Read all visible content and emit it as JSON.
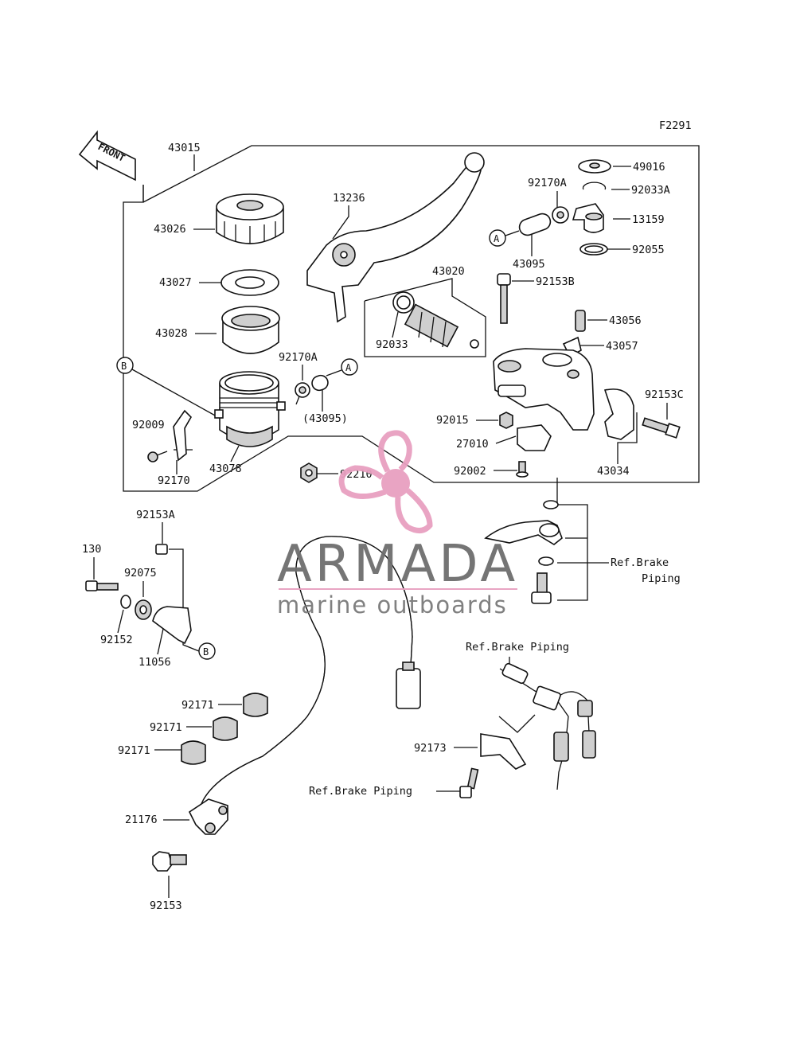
{
  "figure_code": "F2291",
  "front_label": "FRONT",
  "ref_letters": {
    "a": "A",
    "b": "B"
  },
  "parts": {
    "p43015": "43015",
    "p43026": "43026",
    "p43027": "43027",
    "p43028": "43028",
    "p13236": "13236",
    "p43020": "43020",
    "p92033": "92033",
    "p92170A_1": "92170A",
    "p43095_paren": "(43095)",
    "p92009": "92009",
    "p92170": "92170",
    "p43078": "43078",
    "p92210": "92210",
    "p92170A_2": "92170A",
    "p43095": "43095",
    "p49016": "49016",
    "p92033A": "92033A",
    "p13159": "13159",
    "p92055": "92055",
    "p92153B": "92153B",
    "p43056": "43056",
    "p43057": "43057",
    "p92153C": "92153C",
    "p92015": "92015",
    "p27010": "27010",
    "p92002": "92002",
    "p43034": "43034",
    "p92153A": "92153A",
    "p130": "130",
    "p92075": "92075",
    "p92152": "92152",
    "p11056": "11056",
    "p92171_1": "92171",
    "p92171_2": "92171",
    "p92171_3": "92171",
    "p21176": "21176",
    "p92153": "92153",
    "p92173": "92173"
  },
  "refs": {
    "brake_piping_1": "Ref.Brake",
    "brake_piping_1b": "Piping",
    "brake_piping_2": "Ref.Brake Piping",
    "brake_piping_3": "Ref.Brake Piping"
  },
  "watermark": {
    "brand": "ARMADA",
    "tagline": "marine outboards",
    "color_pink": "#e8a0c0",
    "color_gray": "#6e6e6e"
  }
}
